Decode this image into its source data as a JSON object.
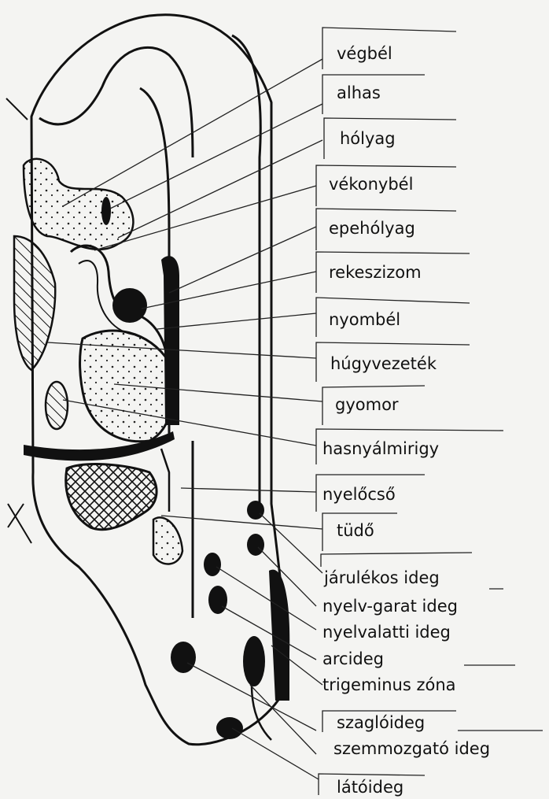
{
  "labels": [
    {
      "id": "vegbel",
      "text": "végbél"
    },
    {
      "id": "alhas",
      "text": "alhas"
    },
    {
      "id": "holyag",
      "text": "hólyag"
    },
    {
      "id": "vekonybel",
      "text": "vékonybél"
    },
    {
      "id": "epeholyag",
      "text": "epehólyag"
    },
    {
      "id": "rekeszizom",
      "text": "rekeszizom"
    },
    {
      "id": "nyombel",
      "text": "nyombél"
    },
    {
      "id": "hugyvezetek",
      "text": "húgyvezeték"
    },
    {
      "id": "gyomor",
      "text": "gyomor"
    },
    {
      "id": "hasnyalmirigy",
      "text": "hasnyálmirigy"
    },
    {
      "id": "nyelocso",
      "text": "nyelőcső"
    },
    {
      "id": "tudo",
      "text": "tüdő"
    },
    {
      "id": "jarulekos-ideg",
      "text": "járulékos ideg"
    },
    {
      "id": "nyelv-garat-ideg",
      "text": "nyelv-garat ideg"
    },
    {
      "id": "nyelvalatti-ideg",
      "text": "nyelvalatti ideg"
    },
    {
      "id": "arcideg",
      "text": "arcideg"
    },
    {
      "id": "trigeminus-zona",
      "text": "trigeminus zóna"
    },
    {
      "id": "szagloideg",
      "text": "szaglóideg"
    },
    {
      "id": "szemmozgato-ideg",
      "text": "szemmozgató ideg"
    },
    {
      "id": "latoideg",
      "text": "látóideg"
    }
  ]
}
